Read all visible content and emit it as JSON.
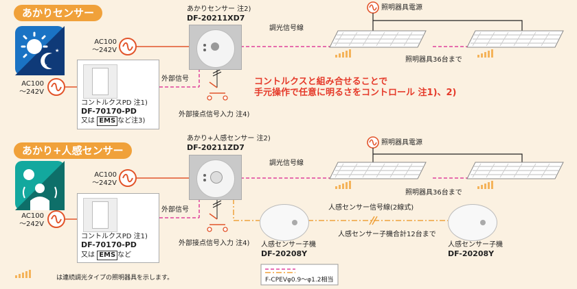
{
  "section1": {
    "title": "あかりセンサー",
    "sensor_label": "あかりセンサー  注2)",
    "sensor_model": "DF-20211XD7",
    "signal_line": "調光信号線",
    "power_label": "照明器具電源",
    "fixture_count": "照明器具36台まで",
    "ac_top": [
      "AC100",
      "～242V"
    ],
    "ac_left": [
      "AC100",
      "～242V"
    ],
    "external_signal": "外部信号",
    "controller_label": "コントルクスPD  注1)",
    "controller_model": "DF-70170-PD",
    "controller_or_prefix": "又は",
    "controller_ems": "EMS",
    "controller_or_suffix": "など注3)",
    "external_contact": "外部接点信号入力 注4)",
    "highlight_line1": "コントルクスと組み合せることで",
    "highlight_line2": "手元操作で任意に明るさをコントロール  注1)、2)"
  },
  "section2": {
    "title": "あかり+人感センサー",
    "sensor_label": "あかり+人感センサー  注2)",
    "sensor_model": "DF-20211ZD7",
    "signal_line": "調光信号線",
    "power_label": "照明器具電源",
    "fixture_count": "照明器具36台まで",
    "ac_top": [
      "AC100",
      "～242V"
    ],
    "ac_left": [
      "AC100",
      "～242V"
    ],
    "external_signal": "外部信号",
    "controller_label": "コントルクスPD  注1)",
    "controller_model": "DF-70170-PD",
    "controller_or_prefix": "又は",
    "controller_ems": "EMS",
    "controller_or_suffix": "など",
    "external_contact": "外部接点信号入力 注4)",
    "child_label": "人感センサー子機",
    "child_model": "DF-20208Y",
    "child_signal": "人感センサー信号線(2線式)",
    "child_total": "人感センサー子機合計12台まで",
    "child2_label": "人感センサー子機",
    "child2_model": "DF-20208Y"
  },
  "footer": {
    "legend_note": "は連続調光タイプの照明器具を示します。",
    "cable_spec": "F-CPEVφ0.9～φ1.2相当"
  },
  "colors": {
    "accent": "#f0a13a",
    "power": "#e2542a",
    "signal": "#e0409a",
    "human_signal": "#f0a13a",
    "highlight_text": "#e53a2a"
  }
}
